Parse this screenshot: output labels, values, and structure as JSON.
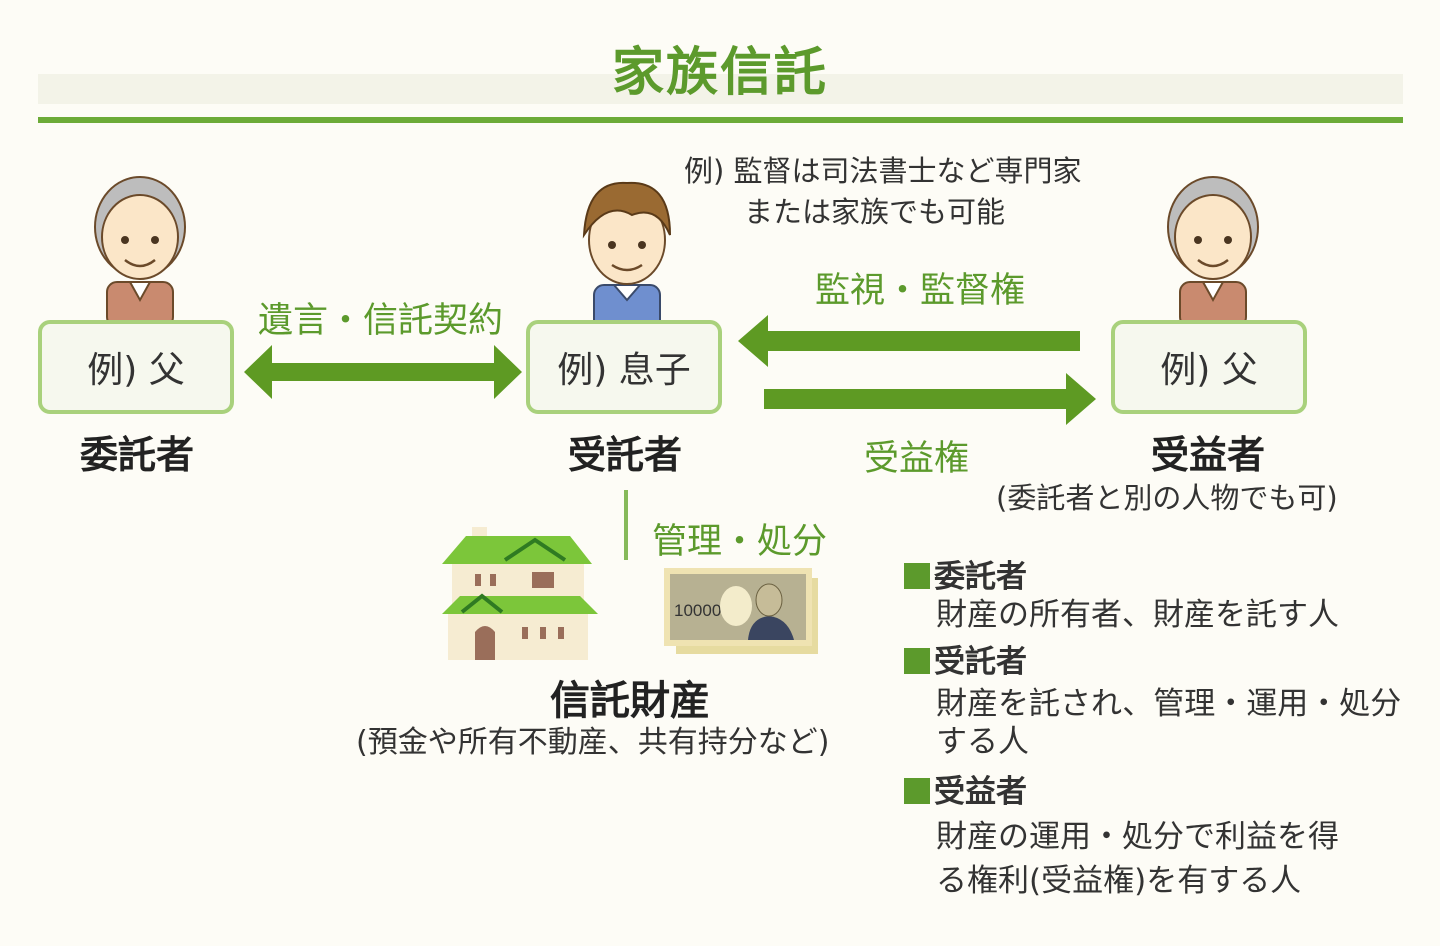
{
  "title": "家族信託",
  "parties": [
    {
      "example": "例) 父",
      "role": "委託者"
    },
    {
      "example": "例) 息子",
      "role": "受託者"
    },
    {
      "example": "例) 父",
      "role": "受益者",
      "note": "(委託者と別の人物でも可)"
    }
  ],
  "arrows": {
    "contract": "遺言・信託契約",
    "supervision": "監視・監督権",
    "benefit": "受益権",
    "management": "管理・処分"
  },
  "supervisor_note": [
    "例) 監督は司法書士など専門家",
    "または家族でも可能"
  ],
  "property": {
    "title": "信託財産",
    "subtitle": "(預金や所有不動産、共有持分など)",
    "banknote_value": "10000"
  },
  "legend": [
    {
      "term": "委託者",
      "lines": [
        "財産の所有者、財産を託す人"
      ]
    },
    {
      "term": "受託者",
      "lines": [
        "財産を託され、管理・運用・処分",
        "する人"
      ]
    },
    {
      "term": "受益者",
      "lines": [
        "財産の運用・処分で利益を得",
        "る権利(受益権)を有する人"
      ]
    }
  ],
  "colors": {
    "accent": "#5c9a2c",
    "box_border": "#a9d17c",
    "background": "#fdfcf6"
  }
}
